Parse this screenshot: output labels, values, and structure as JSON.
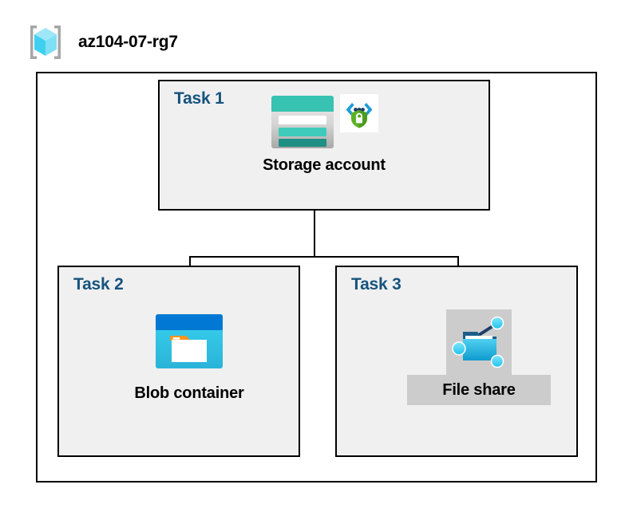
{
  "header": {
    "resource_group_name": "az104-07-rg7",
    "icon": "resource-group-icon"
  },
  "diagram": {
    "type": "azure-architecture",
    "container_label": "az104-07-rg7",
    "tasks": [
      {
        "id": "task-1",
        "label": "Task 1",
        "node_caption": "Storage account",
        "node_icon": "storage-account-icon",
        "badge_icon": "secure-encryption-badge-icon",
        "highlighted": false
      },
      {
        "id": "task-2",
        "label": "Task 2",
        "node_caption": "Blob container",
        "node_icon": "blob-container-icon",
        "highlighted": false
      },
      {
        "id": "task-3",
        "label": "Task 3",
        "node_caption": "File share",
        "node_icon": "file-share-icon",
        "highlighted": true
      }
    ],
    "connections": [
      {
        "from": "Storage account",
        "to": "Blob container"
      },
      {
        "from": "Storage account",
        "to": "File share"
      }
    ]
  },
  "colors": {
    "task_label": "#16537e",
    "box_border": "#000000",
    "box_fill": "#f0f0f0",
    "page_background": "#ffffff",
    "highlight": "#cccccc",
    "storage_teal": "#37c2b1",
    "blob_blue": "#0078d4",
    "blob_cyan": "#32cced",
    "blob_orange": "#f7941e",
    "shield_green": "#5bb226",
    "fileshare_blue": "#32bde8",
    "resource_group_cyan": "#6fd9f2"
  }
}
